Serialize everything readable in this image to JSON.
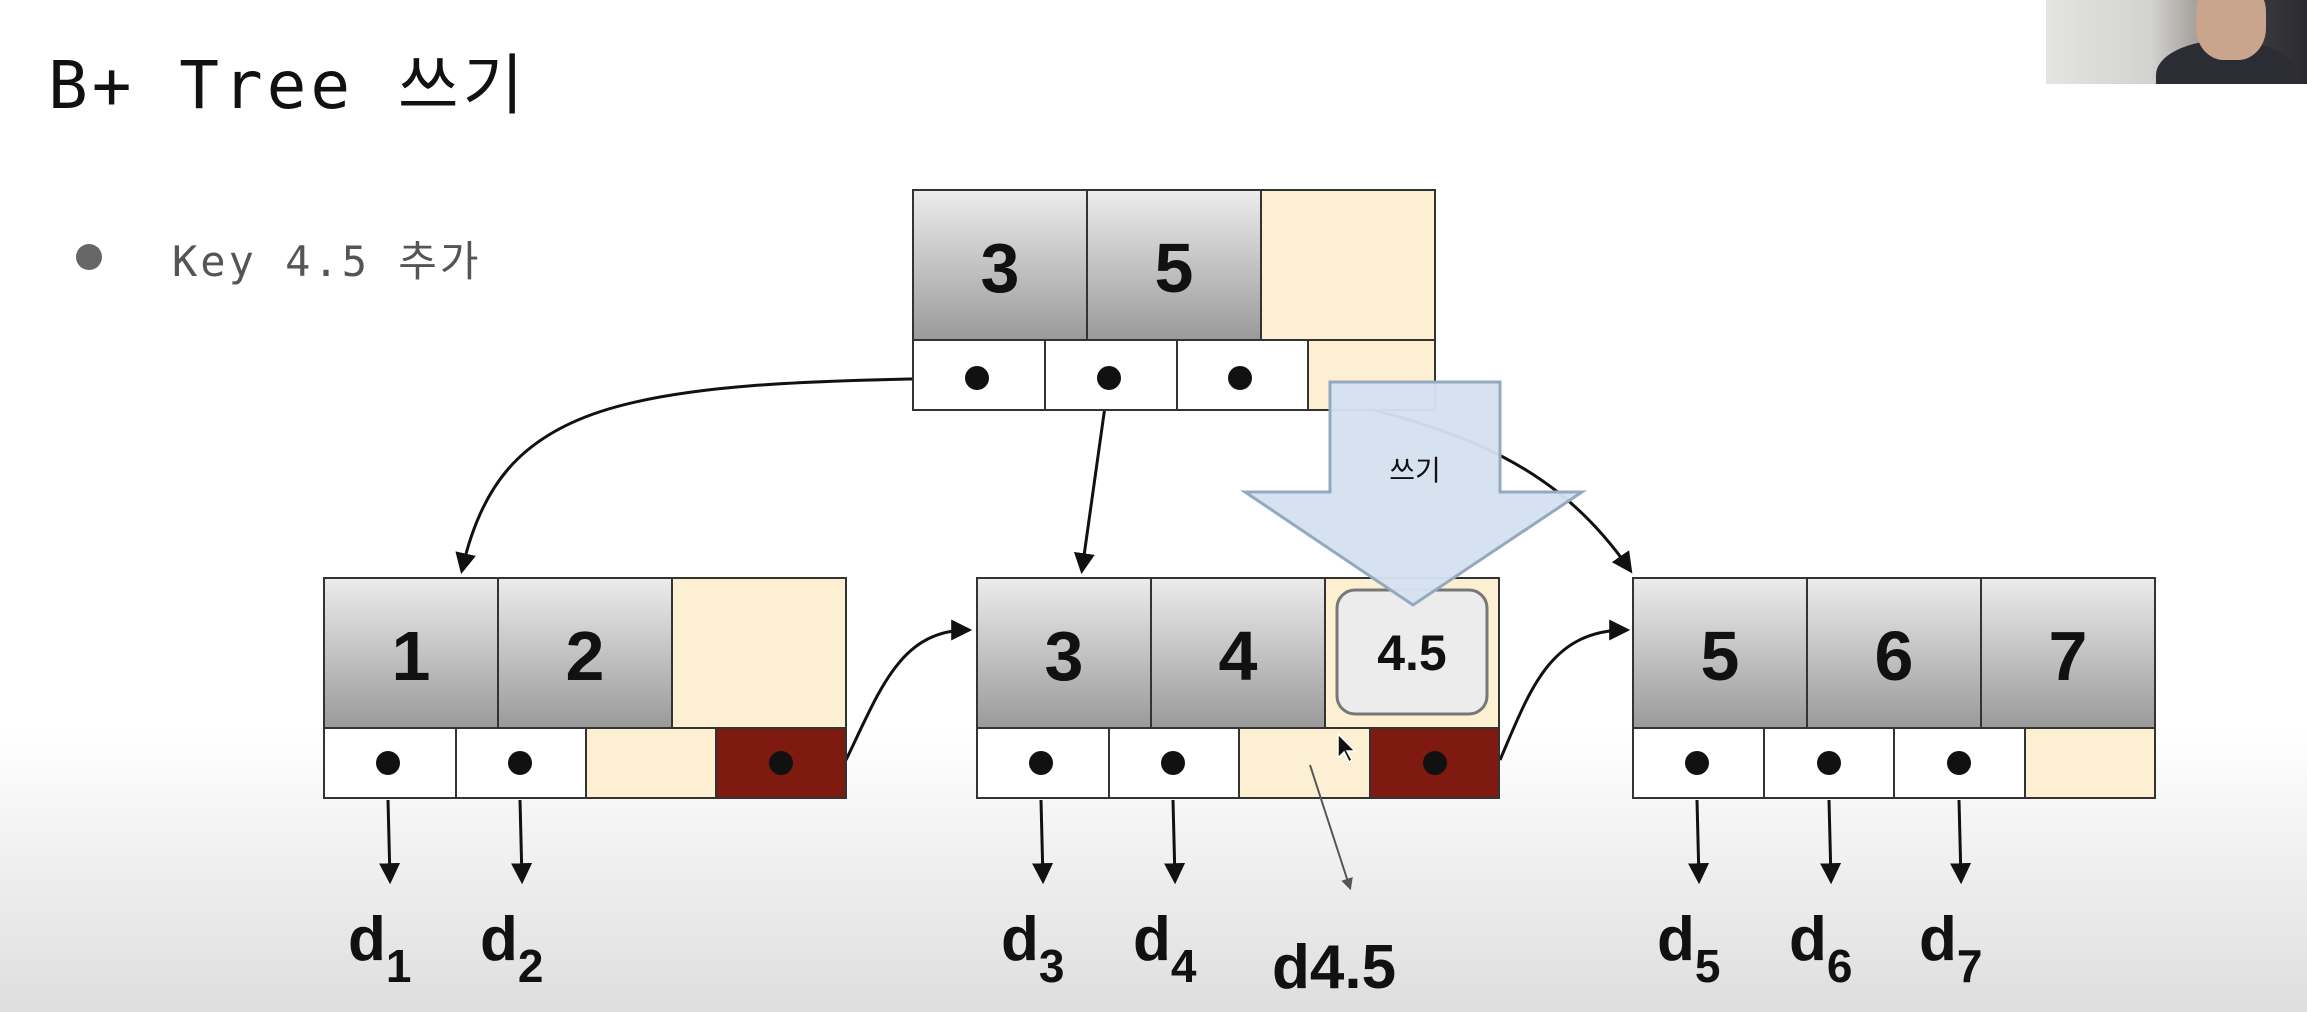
{
  "slide": {
    "title": "B+ Tree 쓰기",
    "bullet": "Key 4.5 추가"
  },
  "diagram": {
    "root": {
      "keys": [
        "3",
        "5",
        ""
      ]
    },
    "leaves": [
      {
        "keys": [
          "1",
          "2",
          ""
        ],
        "data": [
          {
            "base": "d",
            "sub": "1"
          },
          {
            "base": "d",
            "sub": "2"
          }
        ]
      },
      {
        "keys": [
          "3",
          "4",
          "4.5"
        ],
        "data": [
          {
            "base": "d",
            "sub": "3"
          },
          {
            "base": "d",
            "sub": "4"
          },
          {
            "base": "d4.5",
            "sub": ""
          }
        ]
      },
      {
        "keys": [
          "5",
          "6",
          "7"
        ],
        "data": [
          {
            "base": "d",
            "sub": "5"
          },
          {
            "base": "d",
            "sub": "6"
          },
          {
            "base": "d",
            "sub": "7"
          }
        ]
      }
    ],
    "insert_arrow_label": "쓰기"
  },
  "colors": {
    "key_cell_light": "#e8e8e8",
    "key_cell_dark": "#9c9c9c",
    "empty_cell": "#fcefd2",
    "next_pointer_cell": "#7e1a10",
    "insert_arrow_fill": "#d4e1ef",
    "insert_arrow_stroke": "#93a9c0"
  }
}
